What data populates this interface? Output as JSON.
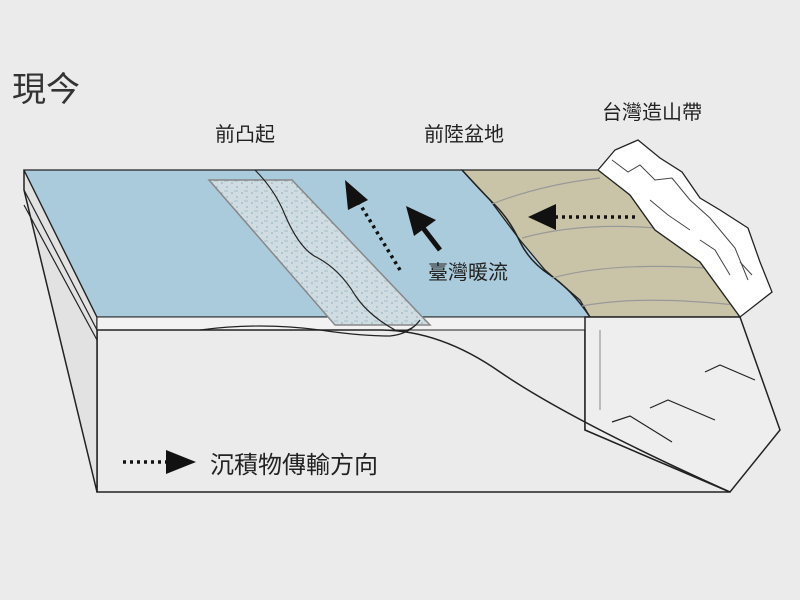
{
  "diagram": {
    "era_label": "現今",
    "labels": {
      "forebulge": "前凸起",
      "foreland_basin": "前陸盆地",
      "orogen": "台灣造山帶",
      "current": "臺灣暖流"
    },
    "legend": {
      "text": "沉積物傳輸方向",
      "symbol": "dotted-arrow"
    },
    "colors": {
      "background": "#ebebeb",
      "sea": "#aacbdc",
      "land": "#c9c4a7",
      "block": "#ebebeb",
      "mountain": "#ffffff",
      "stroke": "#222222",
      "arrow": "#111111"
    }
  }
}
